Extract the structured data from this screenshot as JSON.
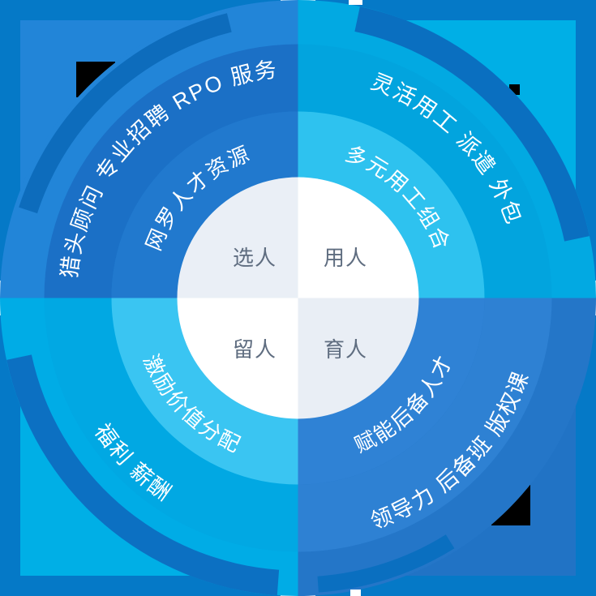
{
  "diagram": {
    "center": {
      "tl_label": "选人",
      "tr_label": "用人",
      "bl_label": "留人",
      "br_label": "育人",
      "label_color": "#5F6D80",
      "bg_tl": "#EAEFF6",
      "bg_tr": "#FFFFFF",
      "bg_bl": "#FFFFFF",
      "bg_br": "#E9EEF5"
    },
    "quadrants": {
      "tl": {
        "outer_text": "猎头顾问 专业招聘 RPO 服务",
        "inner_text": "网罗人才资源",
        "disc_color": "#2285D8",
        "outer_ring_color": "#1B70C6",
        "inner_ring_color": "#2179CE",
        "crescent_color": "#0D6CBC",
        "patch_color": "#2285D8"
      },
      "tr": {
        "outer_text": "灵活用工 派遣 外包",
        "inner_text": "多元用工组合",
        "disc_color": "#02A9E2",
        "outer_ring_color": "#02A4DE",
        "inner_ring_color": "#2EC2EF",
        "crescent_color": "#0A6FC0",
        "patch_color": "#00AFE6"
      },
      "bl": {
        "outer_text": "福利 薪酬",
        "inner_text": "激励价值分配",
        "disc_color": "#00ACE6",
        "outer_ring_color": "#01A8E3",
        "inner_ring_color": "#3AC5F2",
        "crescent_color": "#0C70C2",
        "patch_color": "#00AFE6"
      },
      "br": {
        "outer_text": "领导力 后备班 版权课",
        "inner_text": "赋能后备人才",
        "disc_color": "#2476C8",
        "outer_ring_color": "#2E81D3",
        "inner_ring_color": "#2F82D5",
        "crescent_color": "#0A6FC0",
        "patch_color": "#2173C5"
      }
    },
    "decor": {
      "bg_square_color": "#0579C7",
      "black_square_color": "#000000",
      "white_square_color": "#FFFFFF",
      "text_color": "#FFFFFF"
    }
  }
}
